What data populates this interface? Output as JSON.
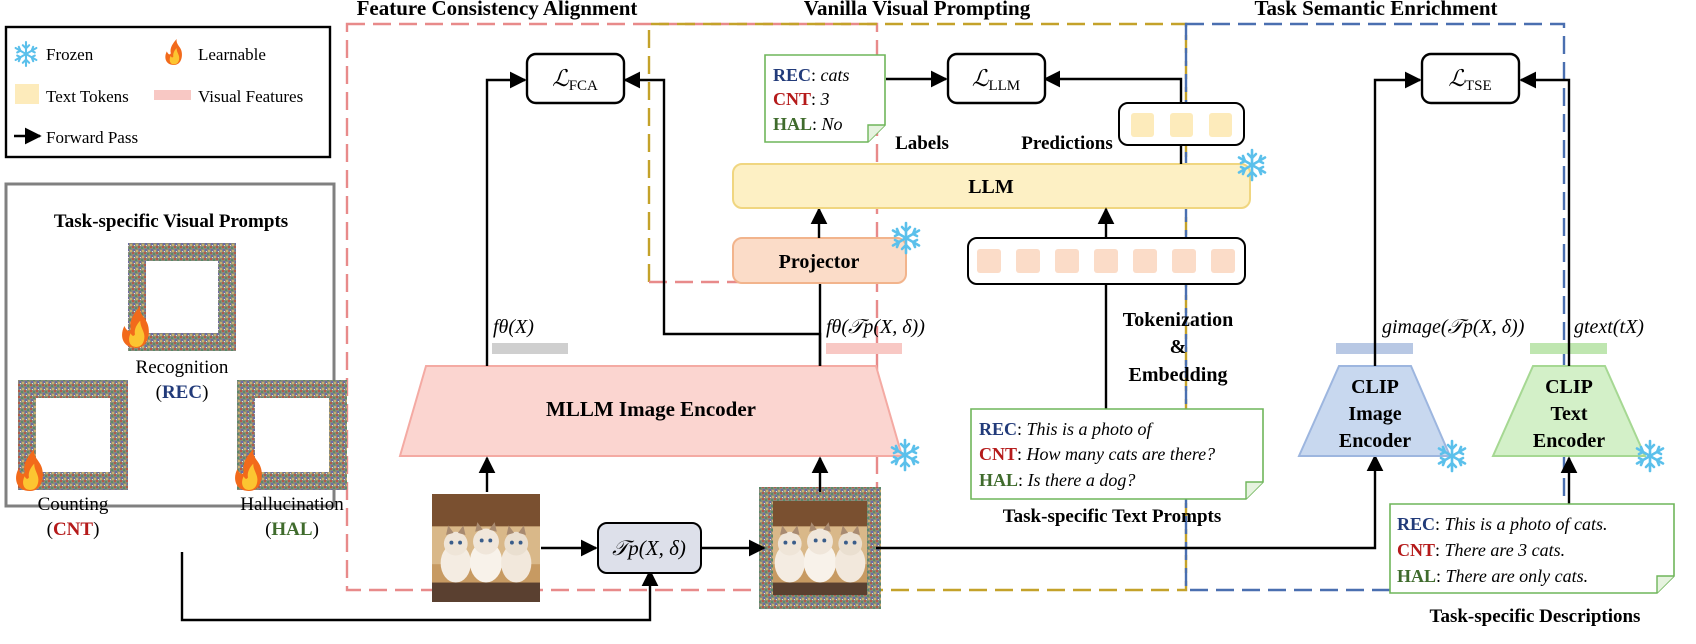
{
  "regions": {
    "fca_title": "Feature Consistency Alignment",
    "vvp_title": "Vanilla Visual Prompting",
    "tse_title": "Task Semantic Enrichment"
  },
  "legend": {
    "frozen": "Frozen",
    "learnable": "Learnable",
    "text_tokens": "Text Tokens",
    "visual_features": "Visual Features",
    "forward_pass": "Forward Pass"
  },
  "prompts_panel": {
    "title": "Task-specific Visual Prompts",
    "recognition": "Recognition",
    "counting": "Counting",
    "hallucination": "Hallucination",
    "rec_abbr": "REC",
    "cnt_abbr": "CNT",
    "hal_abbr": "HAL"
  },
  "losses": {
    "fca": "FCA",
    "llm": "LLM",
    "tse": "TSE",
    "symbol": "ℒ"
  },
  "labels_box": {
    "rec_key": "REC",
    "rec_val": "cats",
    "cnt_key": "CNT",
    "cnt_val": "3",
    "hal_key": "HAL",
    "hal_val": "No",
    "caption": "Labels"
  },
  "predictions_caption": "Predictions",
  "llm_label": "LLM",
  "projector_label": "Projector",
  "image_encoder_label": "MLLM Image Encoder",
  "transform_label": "𝒯p(X, δ)",
  "feature_labels": {
    "clean": "fθ(X)",
    "prompted": "fθ(𝒯p(X, δ))",
    "g_image": "gimage(𝒯p(X, δ))",
    "g_text": "gtext(tX)"
  },
  "tokenization": {
    "line1": "Tokenization",
    "line2": "&",
    "line3": "Embedding"
  },
  "text_prompts": {
    "rec_key": "REC",
    "rec_val": "This is a photo of",
    "cnt_key": "CNT",
    "cnt_val": "How many cats are there?",
    "hal_key": "HAL",
    "hal_val": "Is there a dog?",
    "caption": "Task-specific Text Prompts"
  },
  "clip_image": {
    "line1": "CLIP",
    "line2": "Image",
    "line3": "Encoder"
  },
  "clip_text": {
    "line1": "CLIP",
    "line2": "Text",
    "line3": "Encoder"
  },
  "descriptions": {
    "rec_key": "REC",
    "rec_val": "This is a photo of cats.",
    "cnt_key": "CNT",
    "cnt_val": "There are 3 cats.",
    "hal_key": "HAL",
    "hal_val": "There are only cats.",
    "caption": "Task-specific Descriptions"
  },
  "colors": {
    "fca_border": "#e88a8a",
    "vvp_border": "#c4a22a",
    "tse_border": "#4a6fb0",
    "llm_fill": "#fdf0c4",
    "projector_fill": "#fbdcc8",
    "encoder_fill": "#fbd5d0",
    "clip_image_fill": "#c8d8ef",
    "clip_text_fill": "#d3f0c8"
  }
}
